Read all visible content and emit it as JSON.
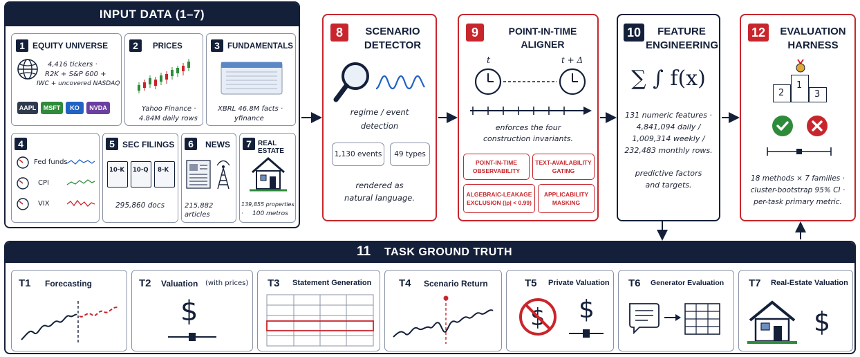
{
  "input": {
    "title": "INPUT DATA (1–7)",
    "equity": {
      "num": "1",
      "title": "EQUITY UNIVERSE",
      "desc1": "4,416 tickers ·",
      "desc2": "R2K + S&P 600 +",
      "desc3": "IWC + uncovered NASDAQ",
      "tickers": [
        "AAPL",
        "MSFT",
        "KO",
        "NVDA"
      ],
      "ticker_colors": [
        "#2f3a4f",
        "#2e8b3a",
        "#2163c4",
        "#6b3fa0"
      ]
    },
    "prices": {
      "num": "2",
      "title": "PRICES",
      "desc1": "Yahoo Finance ·",
      "desc2": "4.84M daily rows"
    },
    "fundamentals": {
      "num": "3",
      "title": "FUNDAMENTALS",
      "desc1": "XBRL 46.8M facts ·",
      "desc2": "yfinance"
    },
    "macro": {
      "num": "4",
      "items": [
        "Fed funds",
        "CPI",
        "VIX"
      ]
    },
    "sec": {
      "num": "5",
      "title": "SEC FILINGS",
      "forms": [
        "10-K",
        "10-Q",
        "8-K"
      ],
      "desc": "295,860 docs"
    },
    "news": {
      "num": "6",
      "title": "NEWS",
      "desc": "215,882 articles"
    },
    "realestate": {
      "num": "7",
      "title": "REAL ESTATE",
      "desc1": "139,855 properties ·",
      "desc2": "100 metros"
    }
  },
  "scenario": {
    "num": "8",
    "title1": "SCENARIO",
    "title2": "DETECTOR",
    "desc1": "regime / event",
    "desc2": "detection",
    "events": "1,130 events",
    "types": "49 types",
    "foot1": "rendered as",
    "foot2": "natural language."
  },
  "aligner": {
    "num": "9",
    "title1": "POINT-IN-TIME",
    "title2": "ALIGNER",
    "t_label": "t",
    "tdelta_label": "t + Δ",
    "desc1": "enforces the four",
    "desc2": "construction invariants.",
    "inv1a": "POINT-IN-TIME",
    "inv1b": "OBSERVABILITY",
    "inv2a": "TEXT-AVAILABILITY",
    "inv2b": "GATING",
    "inv3a": "ALGEBRAIC-LEAKAGE",
    "inv3b": "EXCLUSION (|ρ| < 0.99)",
    "inv4a": "APPLICABILITY",
    "inv4b": "MASKING"
  },
  "feature": {
    "num": "10",
    "title1": "FEATURE",
    "title2": "ENGINEERING",
    "formula": "∑ ∫ f(x)",
    "d1": "131 numeric features ·",
    "d2": "4,841,094 daily /",
    "d3": "1,009,314 weekly /",
    "d4": "232,483 monthly rows.",
    "d5": "predictive factors",
    "d6": "and targets."
  },
  "evaluation": {
    "num": "12",
    "title1": "EVALUATION",
    "title2": "HARNESS",
    "podium": [
      "2",
      "1",
      "3"
    ],
    "d1": "18 methods × 7 families ·",
    "d2": "cluster-bootstrap 95% CI ·",
    "d3": "per-task primary metric."
  },
  "tasks": {
    "num": "11",
    "title": "TASK GROUND TRUTH",
    "t1": {
      "id": "T1",
      "name": "Forecasting"
    },
    "t2": {
      "id": "T2",
      "name": "Valuation",
      "suffix": "(with prices)"
    },
    "t3": {
      "id": "T3",
      "name": "Statement Generation"
    },
    "t4": {
      "id": "T4",
      "name": "Scenario Return"
    },
    "t5": {
      "id": "T5",
      "name": "Private Valuation"
    },
    "t6": {
      "id": "T6",
      "name": "Generator Evaluation"
    },
    "t7": {
      "id": "T7",
      "name": "Real-Estate Valuation"
    },
    "dollar": "$"
  }
}
